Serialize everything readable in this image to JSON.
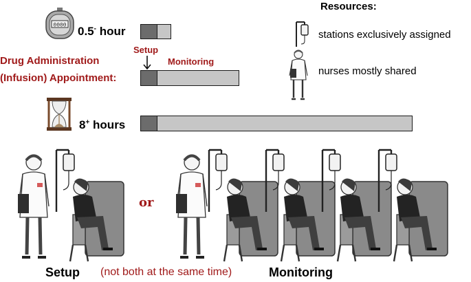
{
  "resources": {
    "heading": "Resources:",
    "stations_text": "stations exclusively assigned",
    "nurses_text": "nurses mostly shared"
  },
  "short_case": {
    "duration_base": "0.5",
    "duration_sup": "-",
    "duration_unit": " hour"
  },
  "appointment": {
    "label_line1": "Drug Administration",
    "label_line2": "(Infusion) Appointment:",
    "setup_label": "Setup",
    "monitoring_label": "Monitoring"
  },
  "long_case": {
    "duration_base": "8",
    "duration_sup": "+",
    "duration_unit": " hours"
  },
  "bottom": {
    "setup_label": "Setup",
    "or_label": "or",
    "note": "(not both at the same time)",
    "monitoring_label": "Monitoring"
  },
  "colors": {
    "accent_red": "#a01a1a",
    "setup_segment": "#6c6c6c",
    "monitoring_segment": "#c6c6c6"
  },
  "icons": [
    "stopwatch-icon",
    "hourglass-icon",
    "iv-stand-icon",
    "nurse-icon",
    "patient-chair-icon"
  ]
}
